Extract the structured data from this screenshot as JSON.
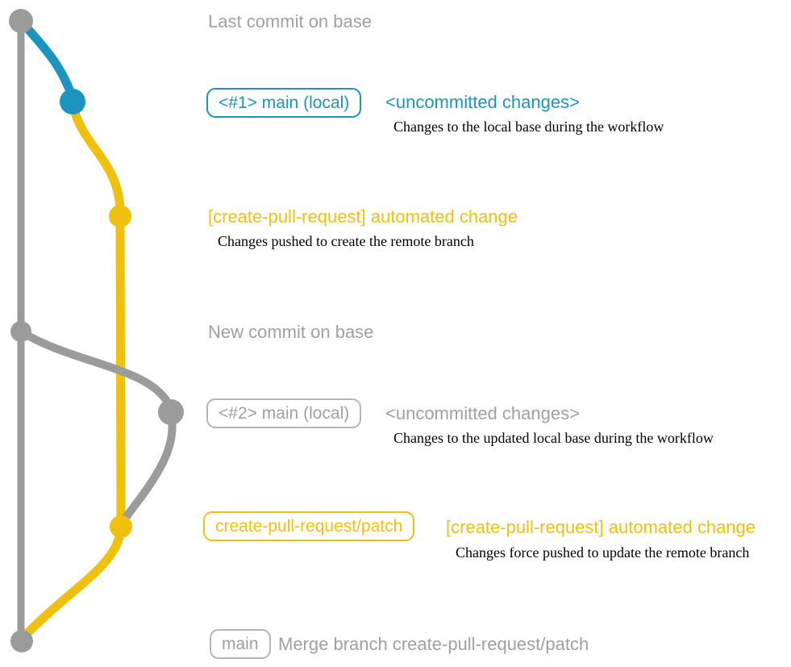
{
  "colors": {
    "background": "#ffffff",
    "graph-gray": "#9b9b9b",
    "text-gray": "#a0a0a0",
    "badge-gray-border": "#b5b5b5",
    "blue": "#1b95c0",
    "yellow": "#f0c00f",
    "black": "#000000"
  },
  "graph": {
    "nodes": [
      {
        "name": "last-commit-on-base",
        "color": "gray"
      },
      {
        "name": "main-local-1",
        "color": "blue"
      },
      {
        "name": "automated-change-1",
        "color": "yellow"
      },
      {
        "name": "new-commit-on-base",
        "color": "gray"
      },
      {
        "name": "main-local-2",
        "color": "gray"
      },
      {
        "name": "automated-change-2",
        "color": "yellow"
      },
      {
        "name": "merge-commit",
        "color": "gray"
      }
    ]
  },
  "rows": {
    "r1": {
      "label": "Last commit on base"
    },
    "r2": {
      "badge": "<#1> main (local)",
      "title": "<uncommitted changes>",
      "desc": "Changes to the local base during the workflow"
    },
    "r3": {
      "title": "[create-pull-request] automated change",
      "desc": "Changes pushed to create the remote branch"
    },
    "r4": {
      "label": "New commit on base"
    },
    "r5": {
      "badge": "<#2> main (local)",
      "title": "<uncommitted changes>",
      "desc": "Changes to the updated local base during the workflow"
    },
    "r6": {
      "badge": "create-pull-request/patch",
      "title": "[create-pull-request] automated change",
      "desc": "Changes force pushed to update the remote branch"
    },
    "r7": {
      "badge": "main",
      "label": "Merge branch create-pull-request/patch"
    }
  }
}
